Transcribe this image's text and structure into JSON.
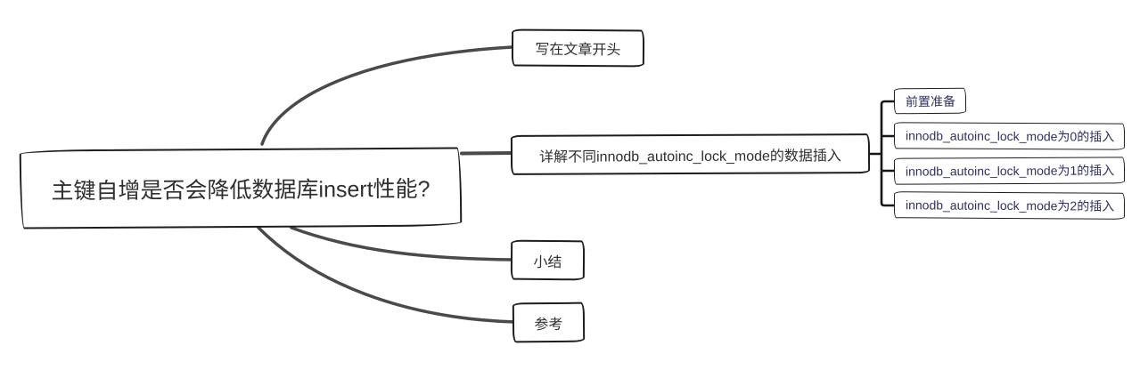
{
  "colors": {
    "canvas-bg": "#ffffff",
    "node-border": "#1d1d1d",
    "node-text": "#2f2f2f",
    "child-text": "#32325e",
    "edge": "#4a4a4a",
    "bracket": "#161616"
  },
  "mindmap": {
    "root": {
      "label": "主键自增是否会降低数据库insert性能?"
    },
    "branches": [
      {
        "label": "写在文章开头"
      },
      {
        "label": "详解不同innodb_autoinc_lock_mode的数据插入",
        "children": [
          {
            "label": "前置准备"
          },
          {
            "label": "innodb_autoinc_lock_mode为0的插入"
          },
          {
            "label": "innodb_autoinc_lock_mode为1的插入"
          },
          {
            "label": "innodb_autoinc_lock_mode为2的插入"
          }
        ]
      },
      {
        "label": "小结"
      },
      {
        "label": "参考"
      }
    ]
  }
}
